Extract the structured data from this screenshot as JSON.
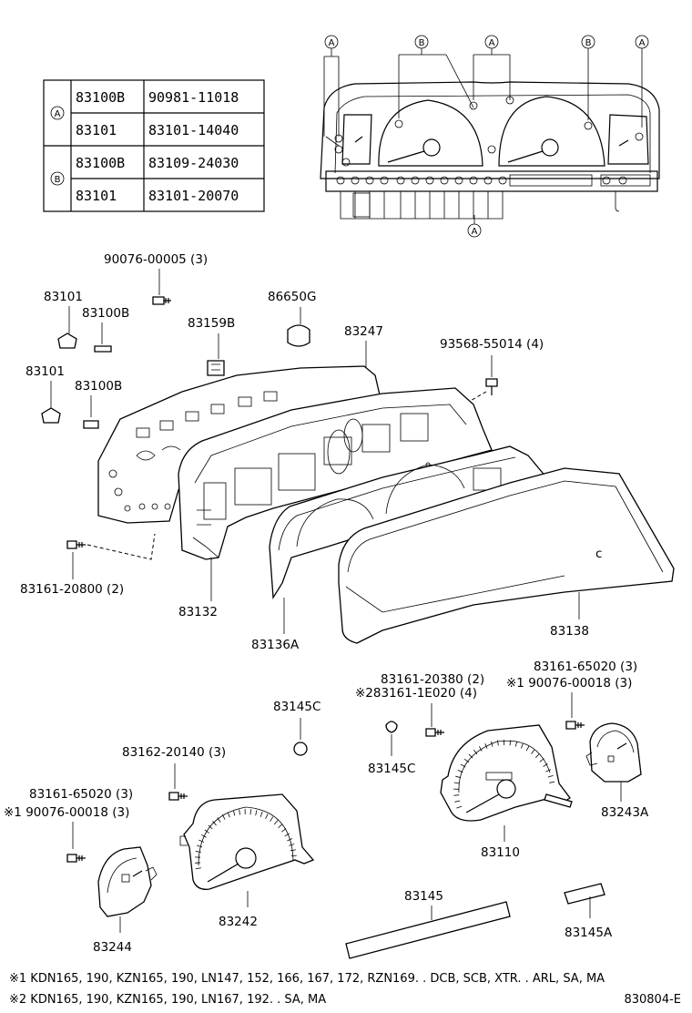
{
  "table": {
    "groups": [
      {
        "key": "A",
        "rows": [
          [
            "83100B",
            "90981-11018"
          ],
          [
            "83101",
            "83101-14040"
          ]
        ]
      },
      {
        "key": "B",
        "rows": [
          [
            "83100B",
            "83109-24030"
          ],
          [
            "83101",
            "83101-20070"
          ]
        ]
      }
    ]
  },
  "callouts": {
    "top": [
      "A",
      "B",
      "A",
      "B",
      "A"
    ],
    "bottom": "A"
  },
  "labels": {
    "screw_90076_00005": "90076-00005 (3)",
    "p83101_a": "83101",
    "p83100b_a": "83100B",
    "p83159b": "83159B",
    "p86650g": "86650G",
    "p83247": "83247",
    "screw_93568": "93568-55014 (4)",
    "p83101_b": "83101",
    "p83100b_b": "83100B",
    "screw_83161_20800": "83161-20800 (2)",
    "p83132": "83132",
    "p83136a": "83136A",
    "p83138": "83138",
    "screw_83161_65020_r": "83161-65020 (3)",
    "screw_90076_00018_r": "※1 90076-00018 (3)",
    "screw_83161_20380": "83161-20380 (2)",
    "screw_283161_1e020": "※283161-1E020 (4)",
    "p83145c_a": "83145C",
    "p83145c_b": "83145C",
    "screw_83162_20140": "83162-20140 (3)",
    "screw_83161_65020_l": "83161-65020 (3)",
    "screw_90076_00018_l": "※1 90076-00018 (3)",
    "p83243a": "83243A",
    "p83110": "83110",
    "p83242": "83242",
    "p83244": "83244",
    "p83145": "83145",
    "p83145a": "83145A"
  },
  "footnotes": [
    "※1 KDN165, 190, KZN165, 190, LN147, 152, 166, 167, 172, RZN169. . DCB, SCB, XTR. . ARL, SA, MA",
    "※2 KDN165, 190, KZN165, 190, LN167, 192. . SA, MA"
  ],
  "diagram_code": "830804-E"
}
